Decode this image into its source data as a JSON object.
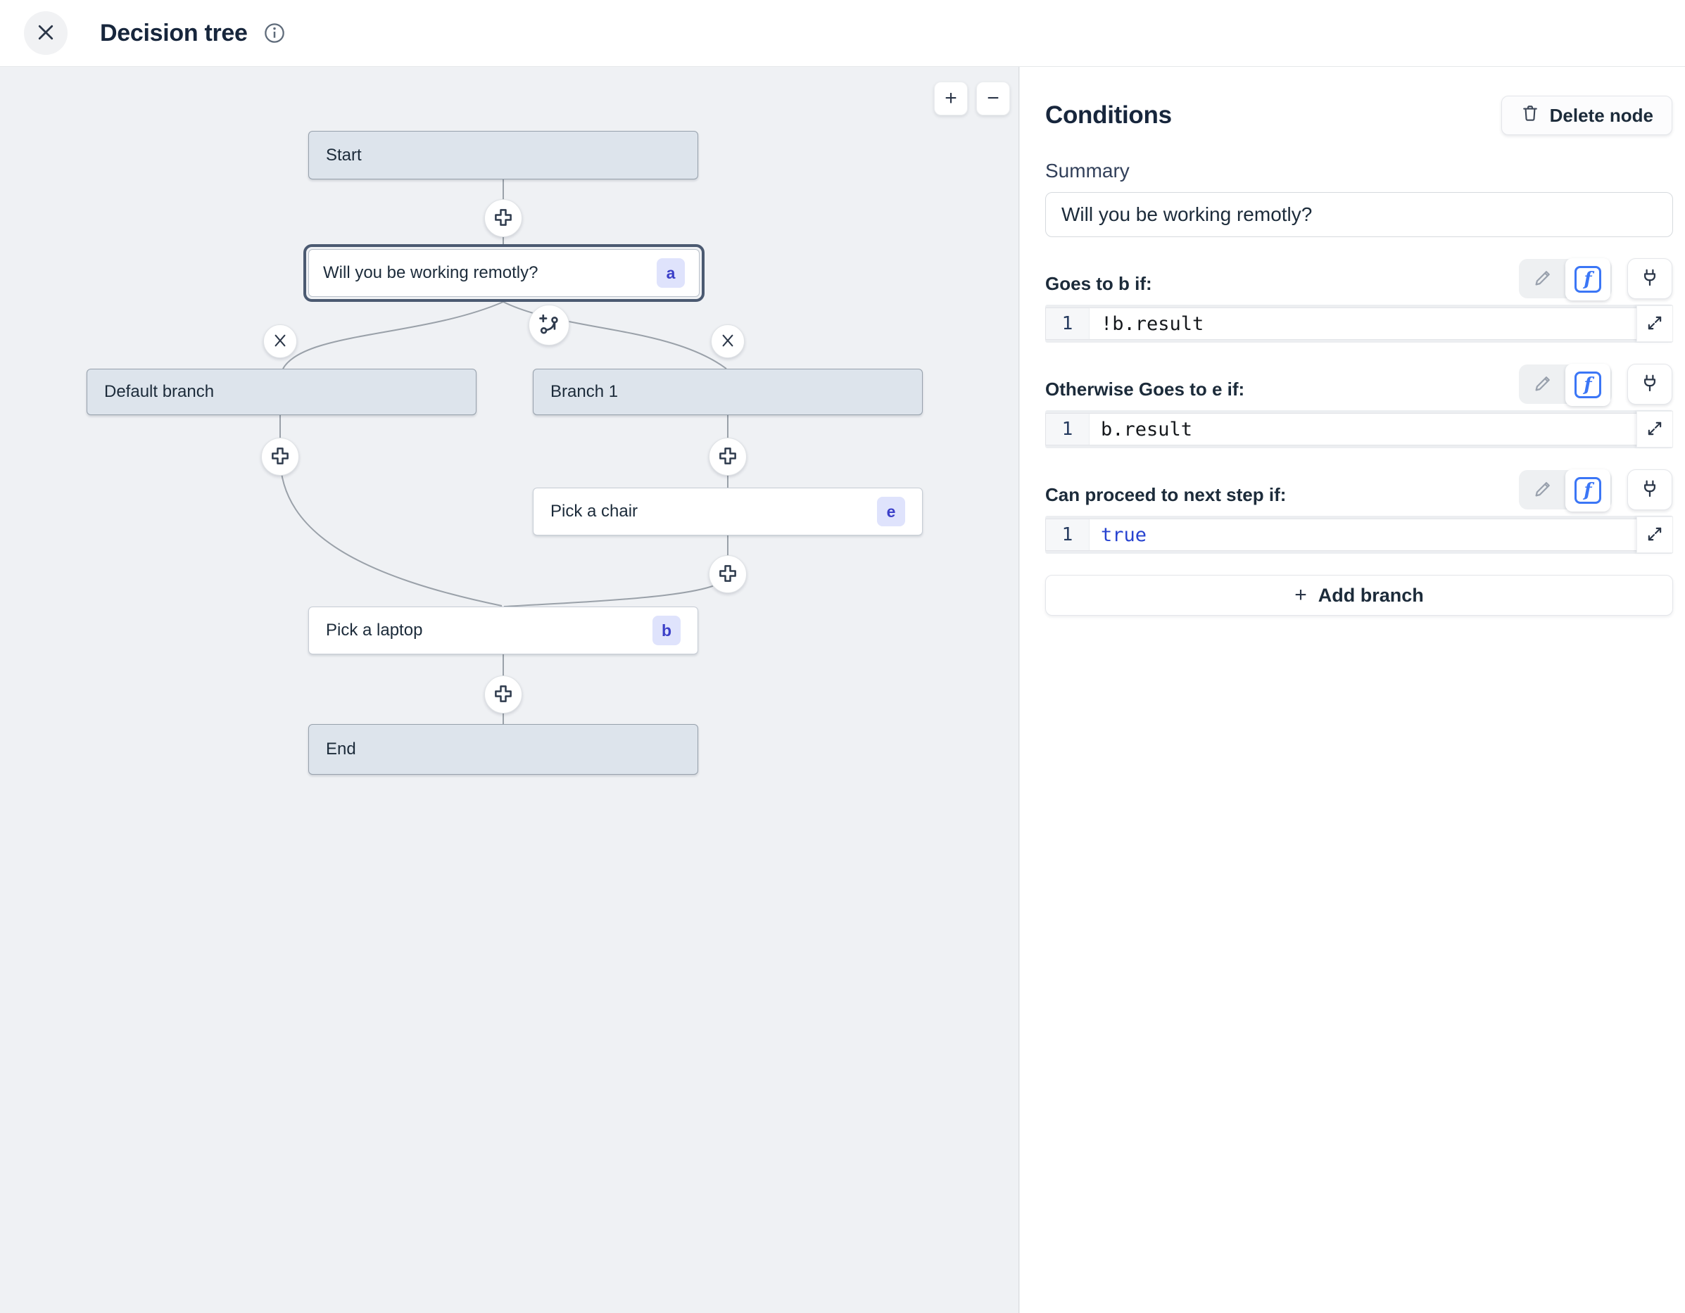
{
  "header": {
    "title": "Decision tree"
  },
  "canvas": {
    "zoom_in_label": "+",
    "zoom_out_label": "−",
    "nodes": [
      {
        "id": "start",
        "label": "Start",
        "badge": "",
        "type": "terminal"
      },
      {
        "id": "question",
        "label": "Will you be working remotly?",
        "badge": "a",
        "type": "selected"
      },
      {
        "id": "default-branch",
        "label": "Default branch",
        "badge": "",
        "type": "terminal"
      },
      {
        "id": "branch-1",
        "label": "Branch 1",
        "badge": "",
        "type": "terminal"
      },
      {
        "id": "pick-a-chair",
        "label": "Pick a chair",
        "badge": "e",
        "type": "step"
      },
      {
        "id": "pick-a-laptop",
        "label": "Pick a laptop",
        "badge": "b",
        "type": "step"
      },
      {
        "id": "end",
        "label": "End",
        "badge": "",
        "type": "terminal"
      }
    ]
  },
  "panel": {
    "title": "Conditions",
    "delete_button_label": "Delete node",
    "summary_label": "Summary",
    "summary_value": "Will you be working remotly?",
    "sections": [
      {
        "label": "Goes to b if:",
        "line_number": "1",
        "code": "!b.result",
        "code_style": "plain"
      },
      {
        "label": "Otherwise Goes to e if:",
        "line_number": "1",
        "code": "b.result",
        "code_style": "plain"
      },
      {
        "label": "Can proceed to next step if:",
        "line_number": "1",
        "code": "true",
        "code_style": "keyword"
      }
    ],
    "add_branch_label": "Add branch",
    "add_branch_plus": "+"
  },
  "colors": {
    "accent_blue": "#3b76f6",
    "keyword_blue": "#2743d0",
    "badge_bg": "#dfe3fc",
    "badge_text": "#3b3fc8",
    "terminal_node_fill": "#dde4ec",
    "node_border": "#97a1ac",
    "selected_ring": "#4b5a71",
    "canvas_bg": "#eff1f4",
    "edge": "#9aa1a9",
    "title_text": "#17263c"
  }
}
